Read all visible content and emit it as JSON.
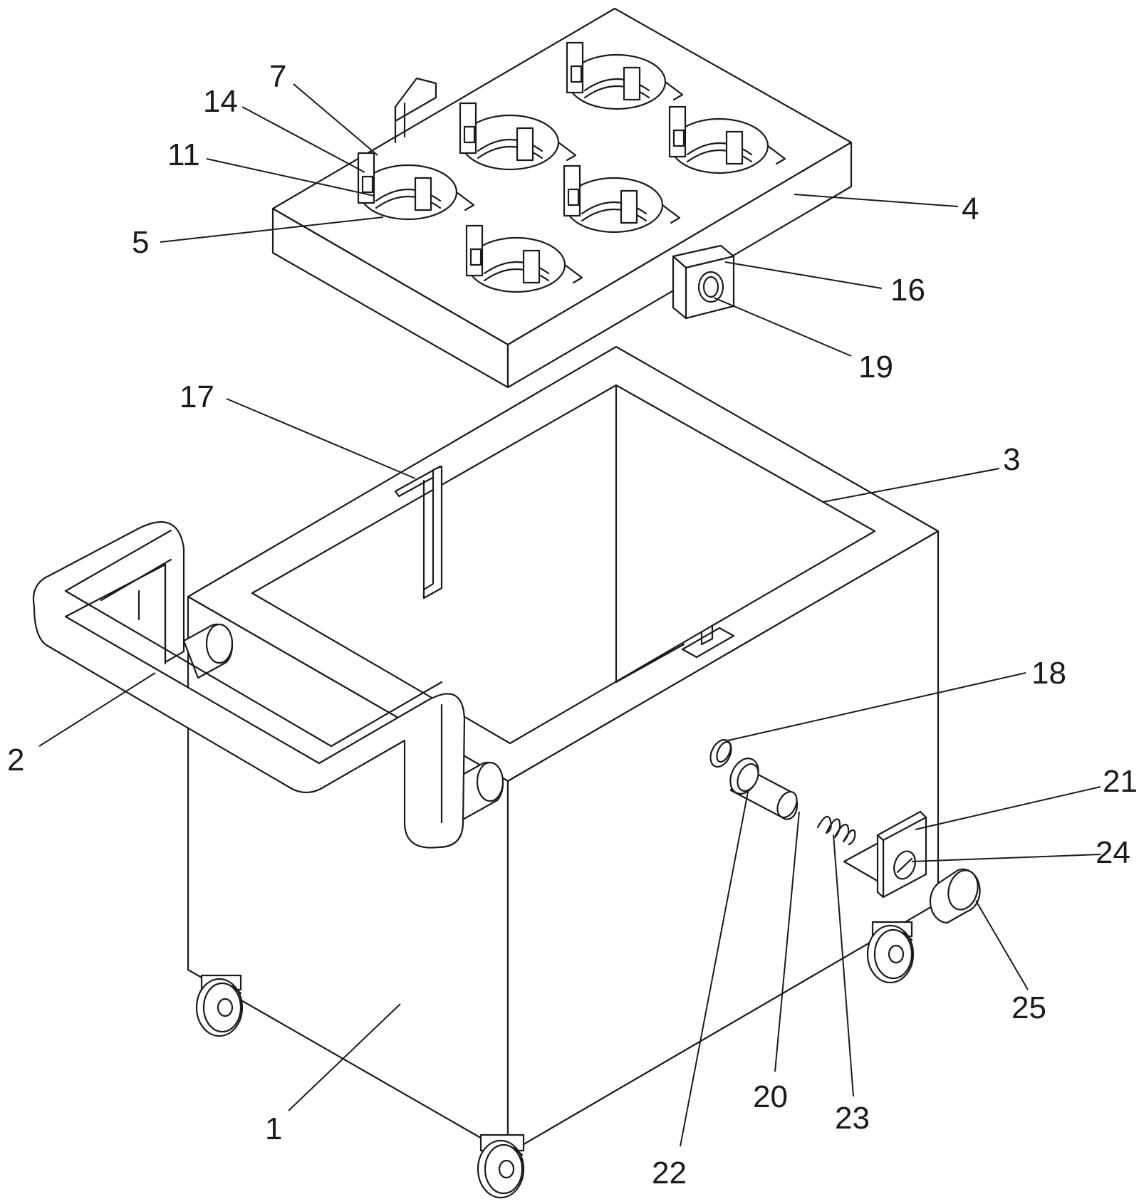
{
  "labels": [
    {
      "id": "7",
      "text": "7"
    },
    {
      "id": "14",
      "text": "14"
    },
    {
      "id": "11",
      "text": "11"
    },
    {
      "id": "5",
      "text": "5"
    },
    {
      "id": "4",
      "text": "4"
    },
    {
      "id": "16",
      "text": "16"
    },
    {
      "id": "19",
      "text": "19"
    },
    {
      "id": "17",
      "text": "17"
    },
    {
      "id": "3",
      "text": "3"
    },
    {
      "id": "2",
      "text": "2"
    },
    {
      "id": "18",
      "text": "18"
    },
    {
      "id": "21",
      "text": "21"
    },
    {
      "id": "24",
      "text": "24"
    },
    {
      "id": "25",
      "text": "25"
    },
    {
      "id": "1",
      "text": "1"
    },
    {
      "id": "22",
      "text": "22"
    },
    {
      "id": "20",
      "text": "20"
    },
    {
      "id": "23",
      "text": "23"
    }
  ]
}
